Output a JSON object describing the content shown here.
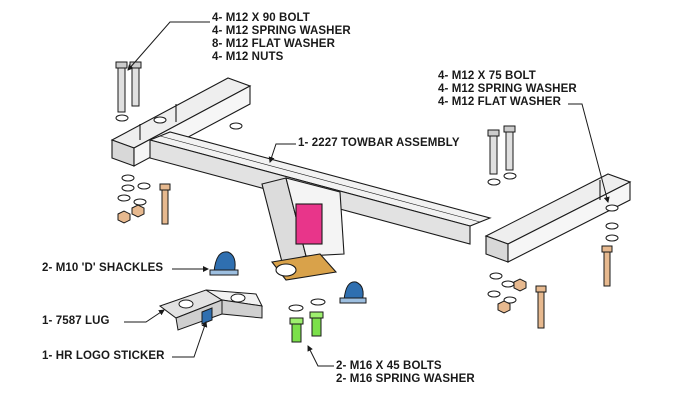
{
  "callouts": {
    "bolt90": {
      "lines": [
        "4- M12 X 90 BOLT",
        "4- M12 SPRING WASHER",
        "8- M12 FLAT WASHER",
        "4- M12 NUTS"
      ]
    },
    "bolt75": {
      "lines": [
        "4- M12 X 75 BOLT",
        "4- M12 SPRING WASHER",
        "4- M12 FLAT WASHER"
      ]
    },
    "towbar": {
      "label": "1- 2227 TOWBAR ASSEMBLY"
    },
    "shackles": {
      "label": "2- M10 'D' SHACKLES"
    },
    "lug": {
      "label": "1- 7587 LUG"
    },
    "sticker": {
      "label": "1- HR LOGO STICKER"
    },
    "m16": {
      "lines": [
        "2- M16 X 45 BOLTS",
        "2- M16 SPRING WASHER"
      ]
    }
  },
  "colors": {
    "line": "#1a1a1a",
    "steel": "#e6e6e6",
    "steel_dark": "#8c8c8c",
    "sticker_pink": "#e8358a",
    "bolt_green": "#7be04a",
    "shackle_blue": "#2f6fb0",
    "bolt_tan": "#e7b98f",
    "plate_orange": "#d9a24a"
  }
}
